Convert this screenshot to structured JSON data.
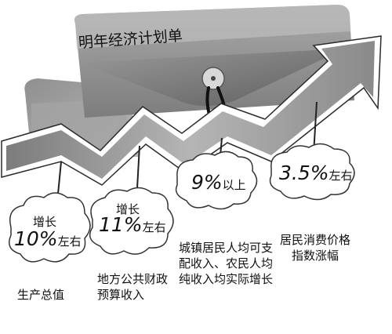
{
  "title": "明年经济计划单",
  "items": [
    {
      "prefix": "增长",
      "value": "10%",
      "suffix": "左右",
      "label": "生产总值"
    },
    {
      "prefix": "增长",
      "value": "11%",
      "suffix": "左右",
      "label": "地方公共财政预算收入"
    },
    {
      "prefix": "",
      "value": "9%",
      "suffix": "以上",
      "label": "城镇居民人均可支配收入、农民人均纯收入均实际增长"
    },
    {
      "prefix": "",
      "value": "3.5%",
      "suffix": "左右",
      "label": "居民消费价格指数涨幅"
    }
  ]
}
